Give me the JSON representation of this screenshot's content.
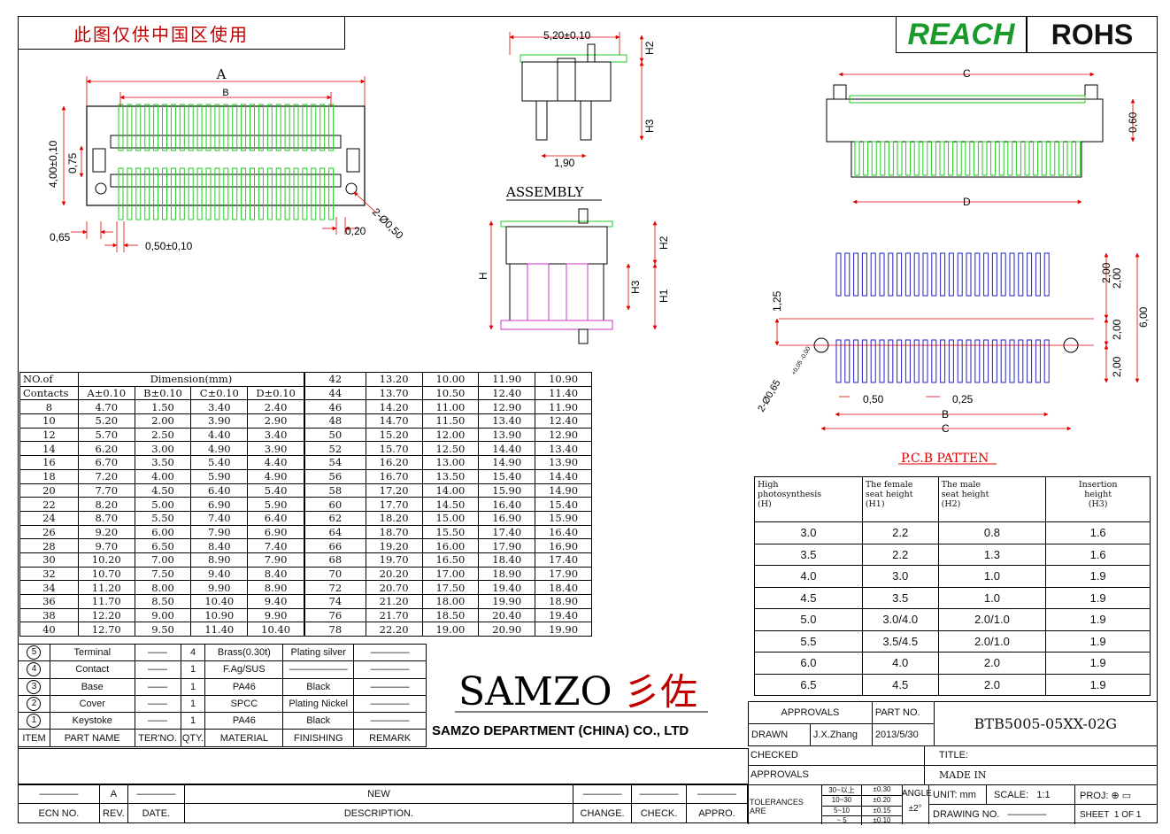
{
  "header": {
    "china_use_only": "此图仅供中国区使用",
    "reach_label": "REACH",
    "rohs_label": "ROHS"
  },
  "drawing": {
    "dim_a": "A",
    "dim_b": "B",
    "dim_c": "C",
    "dim_d": "D",
    "dim_4_00": "4,00±0,10",
    "dim_0_75": "0,75",
    "dim_0_65": "0,65",
    "dim_0_50_pitch": "0,50±0,10",
    "dim_0_20": "0,20",
    "dim_2_holes": "2-Ø0,50",
    "dim_5_20": "5,20±0,10",
    "dim_h2": "H2",
    "dim_h3": "H3",
    "dim_1_90": "1,90",
    "assembly_label": "ASSEMBLY",
    "dim_h": "H",
    "dim_h1": "H1",
    "dim_0_60": "0,60",
    "pcb_1_25": "1,25",
    "pcb_2_00_a": "2,00",
    "pcb_2_00_b": "2,00",
    "pcb_2_00_c": "2,00",
    "pcb_2_00_d": "2,00",
    "pcb_6_00": "6,00",
    "pcb_holes": "2-Ø0,65",
    "pcb_tol": "+0,05 -0,00",
    "pcb_0_50": "0,50",
    "pcb_0_25": "0,25",
    "pcb_title": "P.C.B PATTEN"
  },
  "dimension_table": {
    "header_contacts_1": "NO.of",
    "header_contacts_2": "Contacts",
    "header_dimension": "Dimension(mm)",
    "col_a": "A±0.10",
    "col_b": "B±0.10",
    "col_c": "C±0.10",
    "col_d": "D±0.10",
    "rows_left": [
      [
        "8",
        "4.70",
        "1.50",
        "3.40",
        "2.40"
      ],
      [
        "10",
        "5.20",
        "2.00",
        "3.90",
        "2.90"
      ],
      [
        "12",
        "5.70",
        "2.50",
        "4.40",
        "3.40"
      ],
      [
        "14",
        "6.20",
        "3.00",
        "4.90",
        "3.90"
      ],
      [
        "16",
        "6.70",
        "3.50",
        "5.40",
        "4.40"
      ],
      [
        "18",
        "7.20",
        "4.00",
        "5.90",
        "4.90"
      ],
      [
        "20",
        "7.70",
        "4.50",
        "6.40",
        "5.40"
      ],
      [
        "22",
        "8.20",
        "5.00",
        "6.90",
        "5.90"
      ],
      [
        "24",
        "8.70",
        "5.50",
        "7.40",
        "6.40"
      ],
      [
        "26",
        "9.20",
        "6.00",
        "7.90",
        "6.90"
      ],
      [
        "28",
        "9.70",
        "6.50",
        "8.40",
        "7.40"
      ],
      [
        "30",
        "10.20",
        "7.00",
        "8.90",
        "7.90"
      ],
      [
        "32",
        "10.70",
        "7.50",
        "9.40",
        "8.40"
      ],
      [
        "34",
        "11.20",
        "8.00",
        "9.90",
        "8.90"
      ],
      [
        "36",
        "11.70",
        "8.50",
        "10.40",
        "9.40"
      ],
      [
        "38",
        "12.20",
        "9.00",
        "10.90",
        "9.90"
      ],
      [
        "40",
        "12.70",
        "9.50",
        "11.40",
        "10.40"
      ]
    ],
    "rows_right": [
      [
        "42",
        "13.20",
        "10.00",
        "11.90",
        "10.90"
      ],
      [
        "44",
        "13.70",
        "10.50",
        "12.40",
        "11.40"
      ],
      [
        "46",
        "14.20",
        "11.00",
        "12.90",
        "11.90"
      ],
      [
        "48",
        "14.70",
        "11.50",
        "13.40",
        "12.40"
      ],
      [
        "50",
        "15.20",
        "12.00",
        "13.90",
        "12.90"
      ],
      [
        "52",
        "15.70",
        "12.50",
        "14.40",
        "13.40"
      ],
      [
        "54",
        "16.20",
        "13.00",
        "14.90",
        "13.90"
      ],
      [
        "56",
        "16.70",
        "13.50",
        "15.40",
        "14.40"
      ],
      [
        "58",
        "17.20",
        "14.00",
        "15.90",
        "14.90"
      ],
      [
        "60",
        "17.70",
        "14.50",
        "16.40",
        "15.40"
      ],
      [
        "62",
        "18.20",
        "15.00",
        "16.90",
        "15.90"
      ],
      [
        "64",
        "18.70",
        "15.50",
        "17.40",
        "16.40"
      ],
      [
        "66",
        "19.20",
        "16.00",
        "17.90",
        "16.90"
      ],
      [
        "68",
        "19.70",
        "16.50",
        "18.40",
        "17.40"
      ],
      [
        "70",
        "20.20",
        "17.00",
        "18.90",
        "17.90"
      ],
      [
        "72",
        "20.70",
        "17.50",
        "19.40",
        "18.40"
      ],
      [
        "74",
        "21.20",
        "18.00",
        "19.90",
        "18.90"
      ],
      [
        "76",
        "21.70",
        "18.50",
        "20.40",
        "19.40"
      ],
      [
        "78",
        "22.20",
        "19.00",
        "20.90",
        "19.90"
      ]
    ]
  },
  "height_table": {
    "h_1": "High",
    "h_2": "photosynthesis",
    "h_3": "(H)",
    "h1_1": "The female",
    "h1_2": "seat height",
    "h1_3": "(H1)",
    "h2_1": "The male",
    "h2_2": "seat height",
    "h2_3": "(H2)",
    "h3_1": "Insertion",
    "h3_2": "height",
    "h3_3": "(H3)",
    "rows": [
      [
        "3.0",
        "2.2",
        "0.8",
        "1.6"
      ],
      [
        "3.5",
        "2.2",
        "1.3",
        "1.6"
      ],
      [
        "4.0",
        "3.0",
        "1.0",
        "1.9"
      ],
      [
        "4.5",
        "3.5",
        "1.0",
        "1.9"
      ],
      [
        "5.0",
        "3.0/4.0",
        "2.0/1.0",
        "1.9"
      ],
      [
        "5.5",
        "3.5/4.5",
        "2.0/1.0",
        "1.9"
      ],
      [
        "6.0",
        "4.0",
        "2.0",
        "1.9"
      ],
      [
        "6.5",
        "4.5",
        "2.0",
        "1.9"
      ]
    ]
  },
  "bom": {
    "rows": [
      {
        "item": "5",
        "name": "Terminal",
        "ter": "——",
        "qty": "4",
        "material": "Brass(0.30t)",
        "finishing": "Plating silver",
        "remark": "————"
      },
      {
        "item": "4",
        "name": "Contact",
        "ter": "——",
        "qty": "1",
        "material": "F.Ag/SUS",
        "finishing": "——————",
        "remark": "————"
      },
      {
        "item": "3",
        "name": "Base",
        "ter": "——",
        "qty": "1",
        "material": "PA46",
        "finishing": "Black",
        "remark": "————"
      },
      {
        "item": "2",
        "name": "Cover",
        "ter": "——",
        "qty": "1",
        "material": "SPCC",
        "finishing": "Plating Nickel",
        "remark": "————"
      },
      {
        "item": "1",
        "name": "Keystoke",
        "ter": "——",
        "qty": "1",
        "material": "PA46",
        "finishing": "Black",
        "remark": "————"
      }
    ],
    "h_item": "ITEM",
    "h_name": "PART NAME",
    "h_ter": "TER'NO.",
    "h_qty": "QTY.",
    "h_material": "MATERIAL",
    "h_finishing": "FINISHING",
    "h_remark": "REMARK"
  },
  "company": {
    "logo_latin": "SAMZO",
    "logo_cn": "彡佐",
    "name": "SAMZO DEPARTMENT (CHINA) CO., LTD"
  },
  "title_block": {
    "approvals": "APPROVALS",
    "part_no_label": "PART NO.",
    "part_no": "BTB5005-05XX-02G",
    "drawn": "DRAWN",
    "drawn_by": "J.X.Zhang",
    "drawn_date": "2013/5/30",
    "checked": "CHECKED",
    "approvals2": "APPROVALS",
    "title_label": "TITLE:",
    "made_in": "MADE IN",
    "tolerances": "TOLERANCES ARE",
    "tol_r1": "30~以上",
    "tol_v1": "±0.30",
    "tol_r2": "10~30",
    "tol_v2": "±0.20",
    "tol_r3": "5~10",
    "tol_v3": "±0.15",
    "tol_r4": "~ 5",
    "tol_v4": "±0.10",
    "angle": "ANGLE",
    "angle_val": "±2°",
    "unit": "UNIT: mm",
    "scale": "SCALE:",
    "scale_val": "1:1",
    "proj": "PROJ:",
    "drawing_no": "DRAWING NO.",
    "drawing_no_val": "————",
    "sheet": "SHEET",
    "sheet_val": "1 OF 1"
  },
  "revision": {
    "ecn_val": "————",
    "rev_val": "A",
    "date_val": "————",
    "desc_val": "NEW",
    "change_val": "————",
    "check_val": "————",
    "appro_val": "————",
    "ecn": "ECN NO.",
    "rev": "REV.",
    "date": "DATE.",
    "desc": "DESCRIPTION.",
    "change": "CHANGE.",
    "check": "CHECK.",
    "appro": "APPRO."
  },
  "colors": {
    "pin_green": "#22cc22",
    "dim_red": "#e00000",
    "pcb_blue": "#2323c8",
    "assembly_magenta": "#cc33cc"
  }
}
